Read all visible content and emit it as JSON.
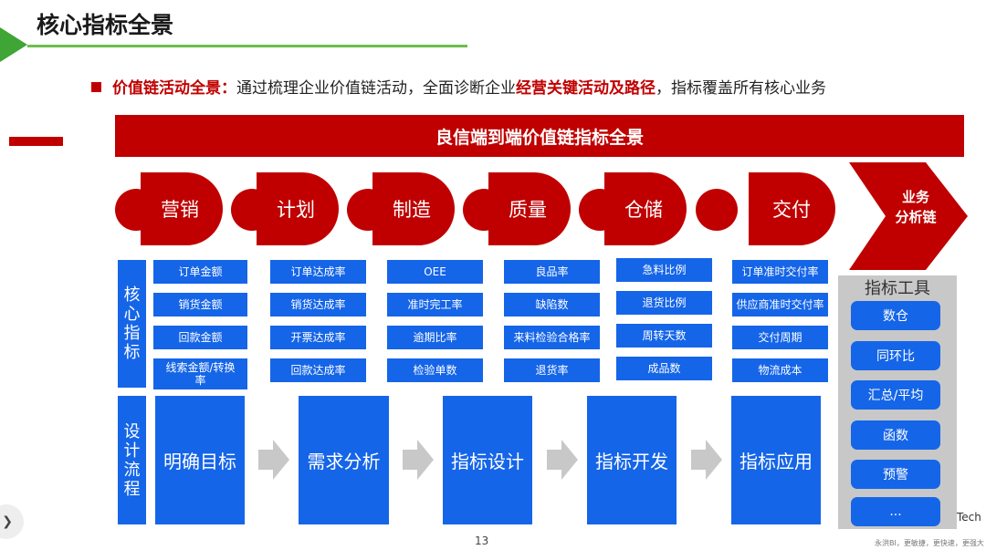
{
  "title": "核心指标全景",
  "subtitle": {
    "lead": "价值链活动全景：",
    "text_before": "通过梳理企业价值链活动，全面诊断企业",
    "highlight": "经营关键活动及路径",
    "text_after": "，指标覆盖所有核心业务"
  },
  "banner": "良信端到端价值链指标全景",
  "stages": [
    "营销",
    "计划",
    "制造",
    "质量",
    "仓储",
    "交付"
  ],
  "chain_label_line1": "业务",
  "chain_label_line2": "分析链",
  "sections": {
    "core_metrics": [
      "核",
      "心",
      "指",
      "标"
    ],
    "design_flow": [
      "设",
      "计",
      "流",
      "程"
    ]
  },
  "metrics": [
    [
      "订单金额",
      "销货金额",
      "回款金额",
      "线索金额/转换率"
    ],
    [
      "订单达成率",
      "销货达成率",
      "开票达成率",
      "回款达成率"
    ],
    [
      "OEE",
      "准时完工率",
      "逾期比率",
      "检验单数"
    ],
    [
      "良品率",
      "缺陷数",
      "来料检验合格率",
      "退货率"
    ],
    [
      "急料比例",
      "退货比例",
      "周转天数",
      "成品数"
    ],
    [
      "订单准时交付率",
      "供应商准时交付率",
      "交付周期",
      "物流成本"
    ]
  ],
  "steps": [
    "明确目标",
    "需求分析",
    "指标设计",
    "指标开发",
    "指标应用"
  ],
  "tools": {
    "title": "指标工具",
    "items": [
      "数仓",
      "同环比",
      "汇总/平均",
      "函数",
      "预警",
      "..."
    ]
  },
  "page_number": "13",
  "brand_text": "Tech",
  "footer_note": "永洪BI，更敏捷，更快速，更强大",
  "colors": {
    "accent_red": "#c00000",
    "blue": "#1565e8",
    "green": "#3fa535",
    "panel_gray": "#c8c8c8"
  }
}
